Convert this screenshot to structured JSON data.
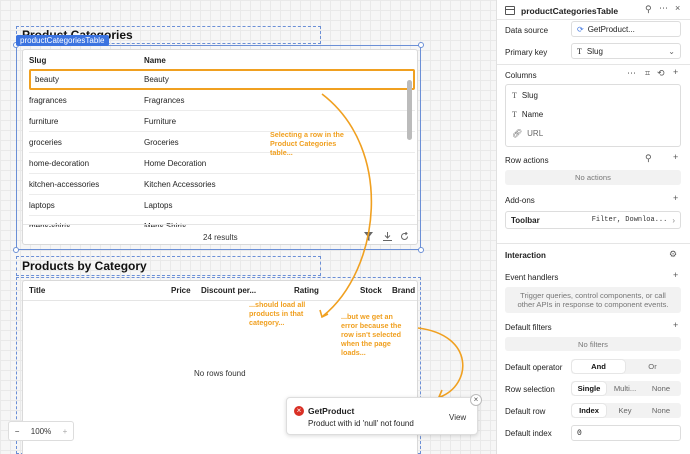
{
  "canvas": {
    "categories_heading": "Product Categories",
    "component_tag": "productCategoriesTable",
    "cat_table": {
      "columns": [
        "Slug",
        "Name"
      ],
      "rows": [
        [
          "beauty",
          "Beauty"
        ],
        [
          "fragrances",
          "Fragrances"
        ],
        [
          "furniture",
          "Furniture"
        ],
        [
          "groceries",
          "Groceries"
        ],
        [
          "home-decoration",
          "Home Decoration"
        ],
        [
          "kitchen-accessories",
          "Kitchen Accessories"
        ],
        [
          "laptops",
          "Laptops"
        ],
        [
          "mens-shirts",
          "Mens Shirts"
        ]
      ],
      "results": "24 results"
    },
    "products_heading": "Products by Category",
    "prod_table": {
      "columns": [
        "Title",
        "Price",
        "Discount per...",
        "Rating",
        "Stock",
        "Brand"
      ],
      "empty": "No rows found"
    },
    "annotations": {
      "a1": "Selecting a row in the Product Categories table...",
      "a2": "...should load all products in that category...",
      "a3": "...but we get an error because the row isn't selected when the page loads..."
    },
    "zoom": {
      "minus": "−",
      "value": "100%",
      "plus": "+"
    },
    "toast": {
      "title": "GetProduct",
      "message": "Product with id 'null' not found",
      "action": "View"
    }
  },
  "panel": {
    "title": "productCategoriesTable",
    "data_source_label": "Data source",
    "data_source_value": "GetProduct...",
    "primary_key_label": "Primary key",
    "primary_key_value": "Slug",
    "columns_label": "Columns",
    "columns": [
      "Slug",
      "Name",
      "URL"
    ],
    "row_actions_label": "Row actions",
    "row_actions_empty": "No actions",
    "addons_label": "Add-ons",
    "toolbar_label": "Toolbar",
    "toolbar_value": "Filter, Downloa...",
    "interaction_label": "Interaction",
    "event_handlers_label": "Event handlers",
    "event_handlers_hint": "Trigger queries, control components, or call other APIs in response to component events.",
    "default_filters_label": "Default filters",
    "default_filters_empty": "No filters",
    "default_operator_label": "Default operator",
    "operator_options": [
      "And",
      "Or"
    ],
    "row_selection_label": "Row selection",
    "row_selection_options": [
      "Single",
      "Multi...",
      "None"
    ],
    "default_row_label": "Default row",
    "default_row_options": [
      "Index",
      "Key",
      "None"
    ],
    "default_index_label": "Default index",
    "default_index_value": "0"
  },
  "colors": {
    "accent": "#3b73e0",
    "annotation": "#f0a020",
    "error": "#d93025"
  }
}
